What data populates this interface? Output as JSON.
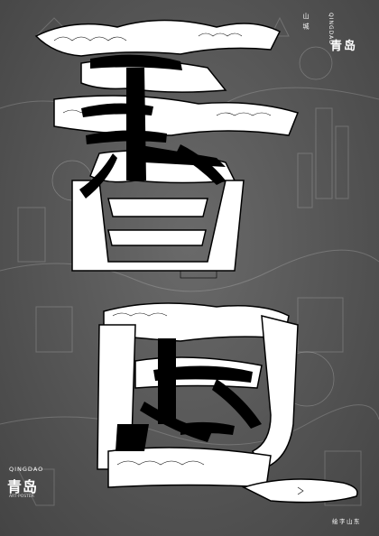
{
  "header": {
    "title": "青岛",
    "english": "QINGDAO",
    "vertical_note": "山 城"
  },
  "logo": {
    "english": "QINGDAO",
    "chinese": "青岛",
    "sub": "ART·POSTER"
  },
  "signature": "绘字山东",
  "colors": {
    "background": "#5a5a5a",
    "ink": "#000000",
    "paper": "#ffffff"
  }
}
